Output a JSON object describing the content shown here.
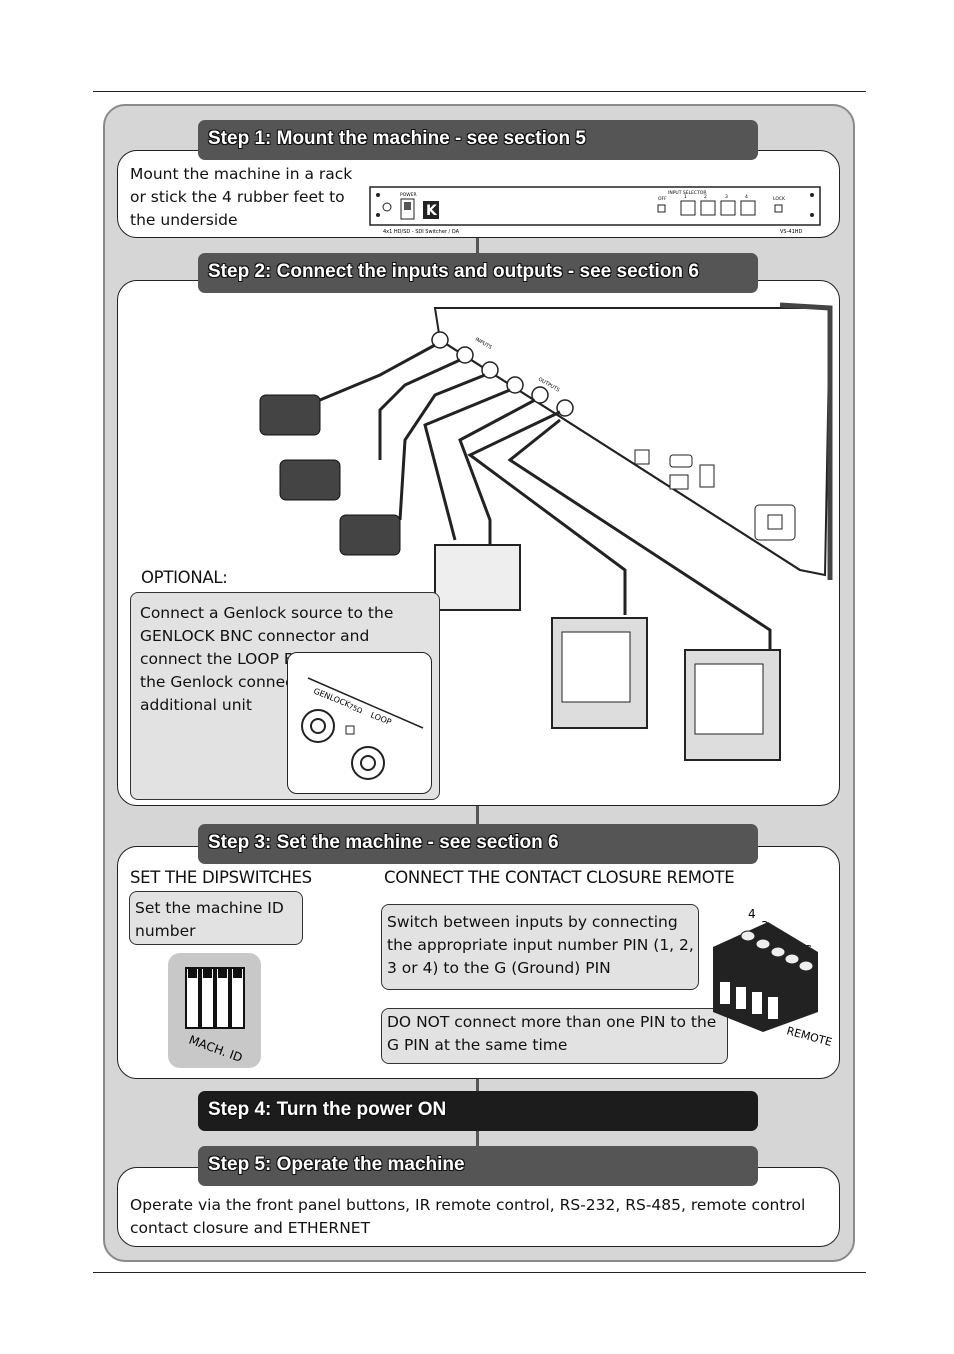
{
  "steps": [
    {
      "title": "Step 1: Mount the machine - see section 5",
      "text": "Mount the machine in a rack or stick the 4 rubber feet to the underside"
    },
    {
      "title": "Step 2: Connect the inputs and outputs - see section 6"
    },
    {
      "title": "Step 3: Set the machine - see section 6"
    },
    {
      "title": "Step 4: Turn the power ON"
    },
    {
      "title": "Step 5: Operate the machine",
      "text": "Operate via the front panel buttons, IR remote control, RS-232, RS-485,  remote control contact closure and ETHERNET"
    }
  ],
  "device": {
    "model": "VS-41HD",
    "subtitle": "4x1 HD/SD - SDI Switcher / DA",
    "power_label": "POWER",
    "input_selector_label": "INPUT SELECTOR",
    "off_label": "OFF",
    "lock_label": "LOCK",
    "input_numbers": [
      "1",
      "2",
      "3",
      "4"
    ],
    "logo": "K"
  },
  "optional": {
    "heading": "OPTIONAL:",
    "text": "Connect a Genlock source to the GENLOCK BNC connector and connect the LOOP BNC connector to the Genlock connector of an additional unit",
    "genlock_label": "GENLOCK",
    "loop_label": "LOOP",
    "term_label": "75Ω"
  },
  "rear_labels": {
    "inputs": "INPUTS",
    "outputs": "OUTPUTS"
  },
  "step3": {
    "dip_heading": "SET THE DIPSWITCHES",
    "dip_text": "Set the machine ID number",
    "dip_label": "MACH. ID",
    "contact_heading": "CONNECT THE CONTACT CLOSURE REMOTE",
    "contact_text": "Switch between inputs by connecting the appropriate input number PIN (1, 2, 3 or 4) to the G (Ground) PIN",
    "warning_text": "DO NOT connect more than one PIN to the G PIN at the same time",
    "pin_labels": [
      "4",
      "3",
      "2",
      "1",
      "G"
    ],
    "remote_label": "REMOTE"
  },
  "colors": {
    "frame": "#d6d6d6",
    "bar": "#555555",
    "bar_dark": "#1c1c1c",
    "box": "#e2e2e2"
  }
}
